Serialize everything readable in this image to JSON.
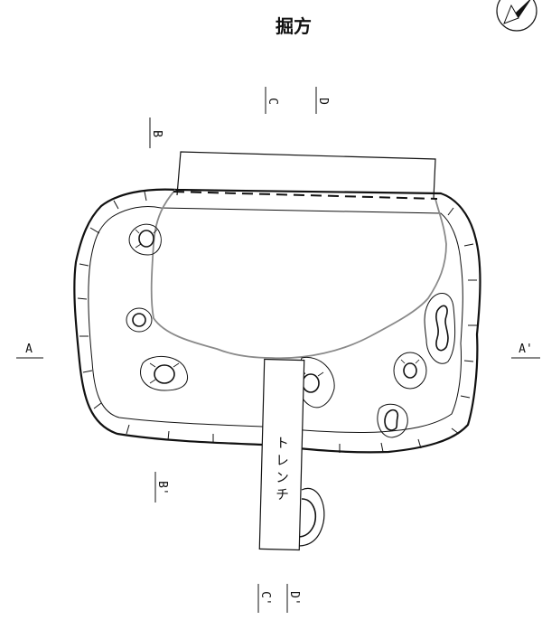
{
  "title": "掘方",
  "section_labels": {
    "a": "A",
    "a_prime": "A'",
    "b": "B",
    "b_prime": "B'",
    "c": "C",
    "c_prime": "C'",
    "d": "D",
    "d_prime": "D'"
  },
  "trench_label": "トレンチ",
  "north_arrow": "north-arrow-icon"
}
